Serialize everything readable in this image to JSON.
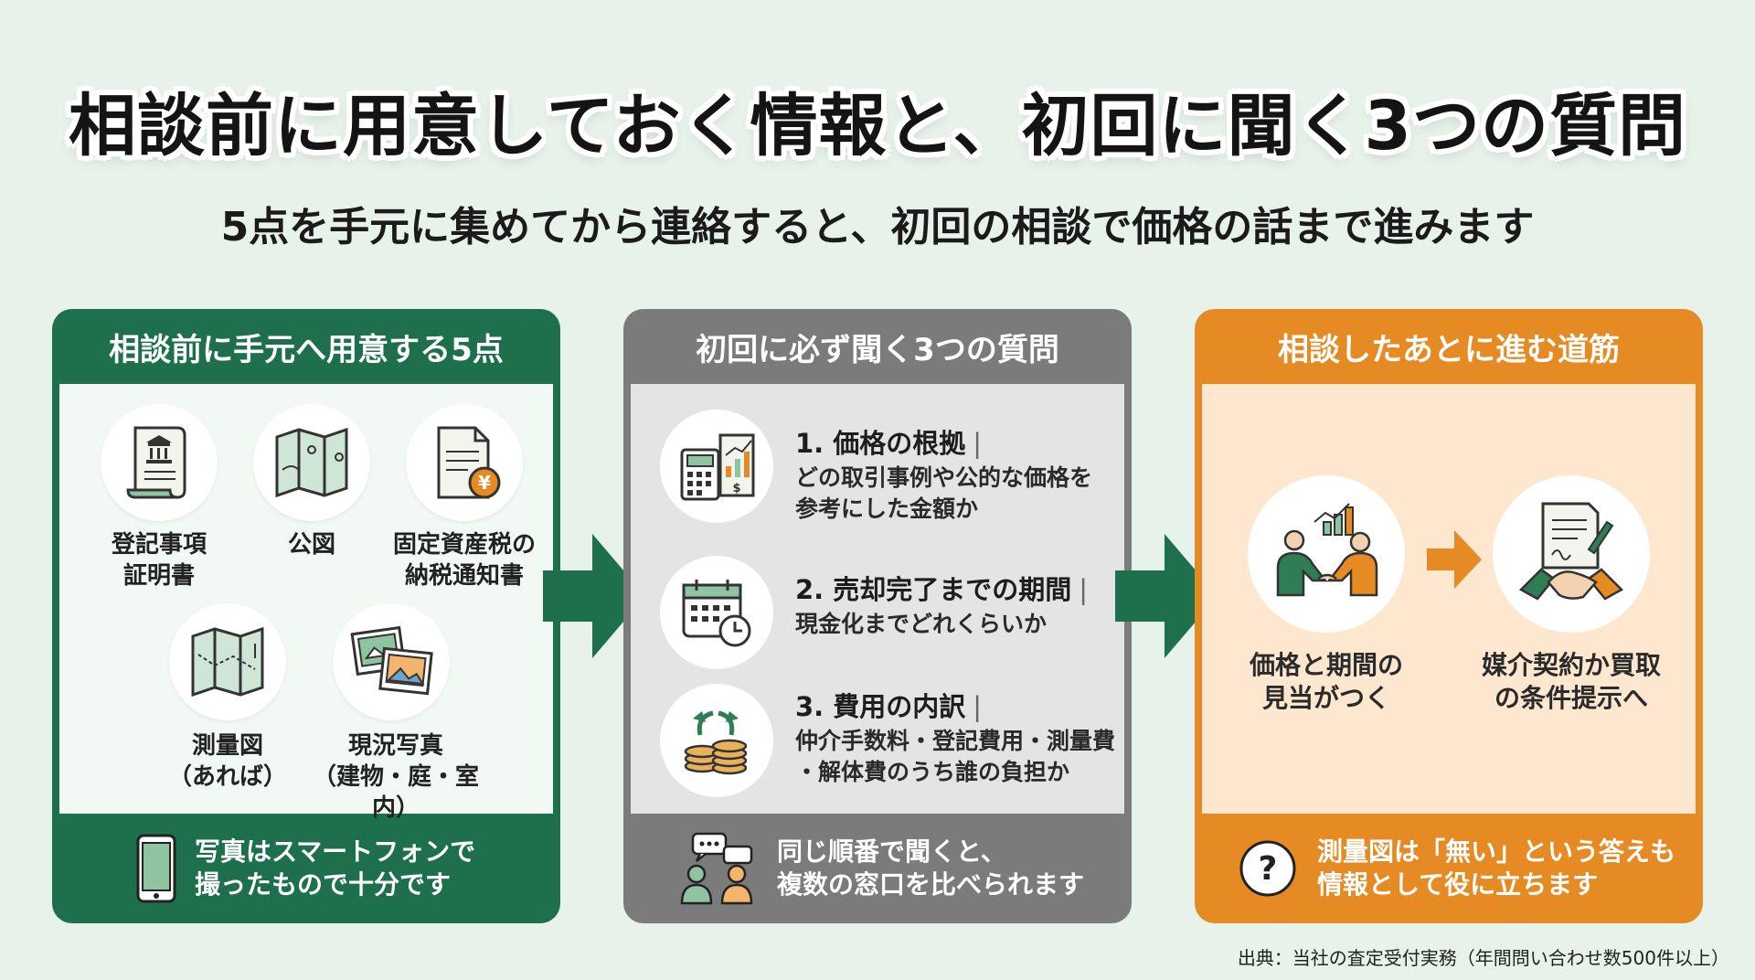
{
  "title": "相談前に用意しておく情報と、初回に聞く3つの質問",
  "subtitle": "5点を手元に集めてから連絡すると、初回の相談で価格の話まで進みます",
  "panels": {
    "prepare": {
      "heading": "相談前に手元へ用意する5点",
      "items": [
        {
          "icon": "registry-certificate-icon",
          "line1": "登記事項",
          "line2": "証明書"
        },
        {
          "icon": "map-icon",
          "line1": "公図",
          "line2": ""
        },
        {
          "icon": "tax-notice-icon",
          "line1": "固定資産税の",
          "line2": "納税通知書"
        },
        {
          "icon": "survey-map-icon",
          "line1": "測量図",
          "line2": "（あれば）"
        },
        {
          "icon": "photos-icon",
          "line1": "現況写真",
          "line2": "（建物・庭・室内）"
        }
      ],
      "footer": {
        "icon": "smartphone-icon",
        "line1": "写真はスマートフォンで",
        "line2": "撮ったもので十分です"
      }
    },
    "questions": {
      "heading": "初回に必ず聞く3つの質問",
      "items": [
        {
          "icon": "calculator-chart-icon",
          "title": "1. 価格の根拠",
          "bar": "|",
          "line1": "どの取引事例や公的な価格を",
          "line2": "参考にした金額か"
        },
        {
          "icon": "calendar-clock-icon",
          "title": "2. 売却完了までの期間",
          "bar": "|",
          "line1": "現金化までどれくらいか",
          "line2": ""
        },
        {
          "icon": "coins-icon",
          "title": "3. 費用の内訳",
          "bar": "|",
          "line1": "仲介手数料・登記費用・測量費",
          "line2": "・解体費のうち誰の負担か"
        }
      ],
      "footer": {
        "icon": "chat-people-icon",
        "line1": "同じ順番で聞くと、",
        "line2": "複数の窓口を比べられます"
      }
    },
    "after": {
      "heading": "相談したあとに進む道筋",
      "steps": [
        {
          "icon": "handshake-chart-icon",
          "line1": "価格と期間の",
          "line2": "見当がつく"
        },
        {
          "icon": "contract-handshake-icon",
          "line1": "媒介契約か買取",
          "line2": "の条件提示へ"
        }
      ],
      "footer": {
        "icon": "question-icon",
        "line1": "測量図は「無い」という答えも",
        "line2": "情報として役に立ちます"
      }
    }
  },
  "source": "出典：当社の査定受付実務（年間問い合わせ数500件以上）",
  "colors": {
    "green": "#1e6f4c",
    "gray": "#7b7b7b",
    "orange": "#e68a24",
    "background": "#e6f2ea"
  }
}
